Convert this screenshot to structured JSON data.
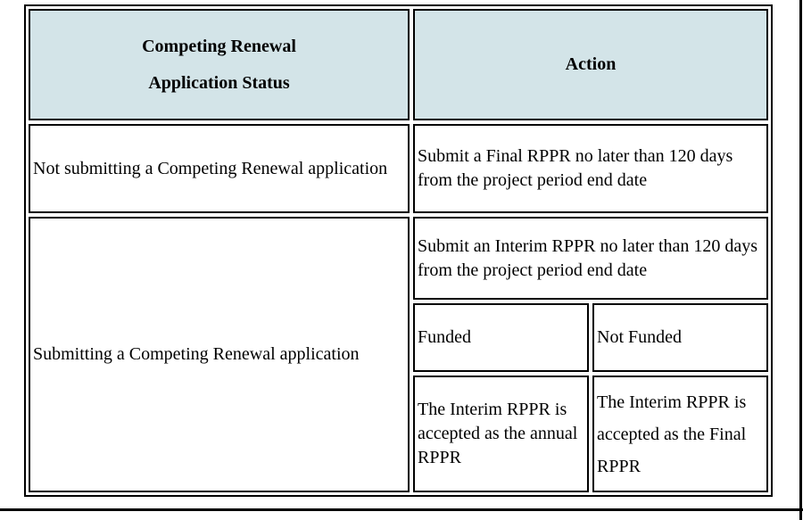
{
  "colors": {
    "header_bg": "#d3e4e8",
    "border": "#000000",
    "page_bg": "#ffffff",
    "text": "#000000"
  },
  "table": {
    "headers": {
      "status_line1": "Competing Renewal",
      "status_line2": "Application Status",
      "action": "Action"
    },
    "rows": [
      {
        "status": "Not submitting a Competing Renewal application",
        "action": "Submit a Final RPPR no later than 120 days from the project period end date"
      },
      {
        "status": "Submitting a Competing Renewal application",
        "action_main": "Submit an Interim RPPR no later than 120 days from the project period end date",
        "outcomes": {
          "funded_label": "Funded",
          "not_funded_label": "Not Funded",
          "funded_result": "The Interim RPPR is accepted as the annual RPPR",
          "not_funded_result": "The Interim RPPR is accepted as the Final RPPR"
        }
      }
    ]
  }
}
